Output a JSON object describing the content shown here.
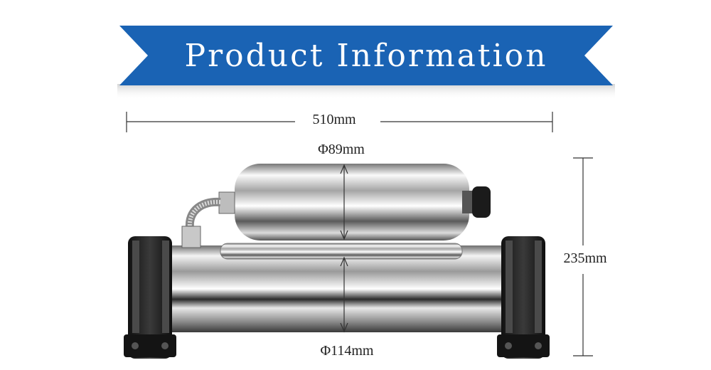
{
  "banner": {
    "title": "Product Information"
  },
  "dimensions": {
    "length": "510mm",
    "small_diameter": "Φ89mm",
    "height": "235mm",
    "large_diameter": "Φ114mm"
  },
  "colors": {
    "banner_blue": "#1a63b4",
    "line": "#333333"
  }
}
